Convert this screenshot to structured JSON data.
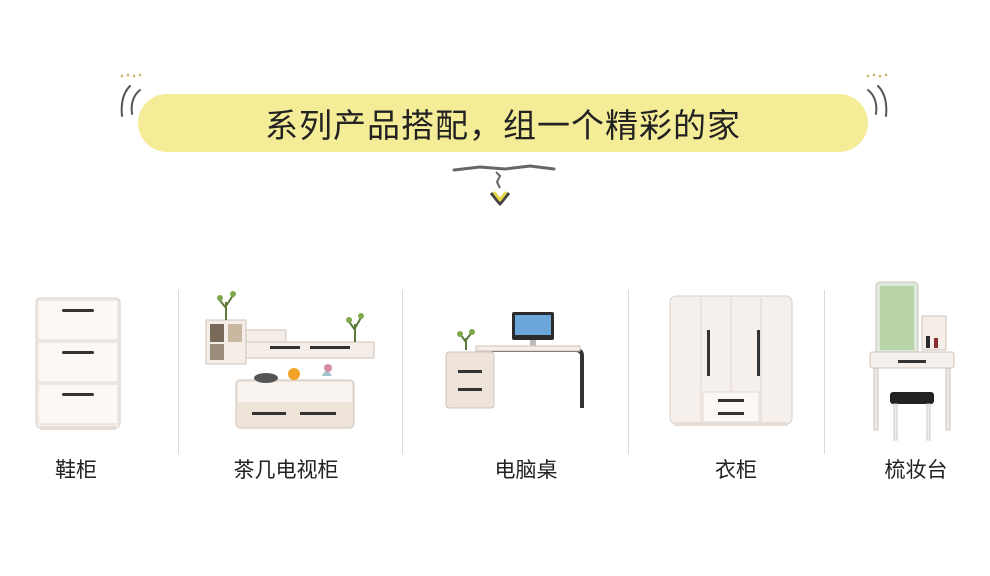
{
  "banner": {
    "title": "系列产品搭配，组一个精彩的家"
  },
  "products": [
    {
      "label": "鞋柜",
      "icon": "shoe-cabinet-image"
    },
    {
      "label": "茶几电视柜",
      "icon": "tea-table-tv-cabinet-image"
    },
    {
      "label": "电脑桌",
      "icon": "computer-desk-image"
    },
    {
      "label": "衣柜",
      "icon": "wardrobe-image"
    },
    {
      "label": "梳妆台",
      "icon": "dressing-table-image"
    }
  ],
  "colors": {
    "banner_bg": "#f5ec97",
    "accent_arrow": "#e6d64a",
    "furniture_white": "#f4ede8"
  }
}
